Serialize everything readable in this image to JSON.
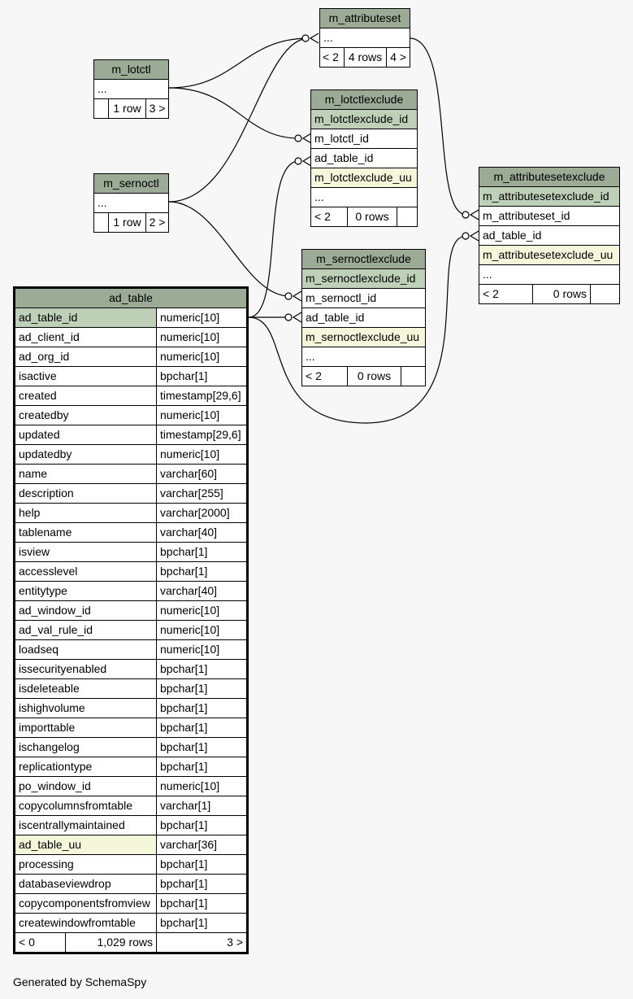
{
  "tables": {
    "m_attributeset": {
      "name": "m_attributeset",
      "rows": [
        "..."
      ],
      "footer": [
        "< 2",
        "4 rows",
        "4 >"
      ]
    },
    "m_lotctl": {
      "name": "m_lotctl",
      "rows": [
        "..."
      ],
      "footer": [
        "",
        "1 row",
        "3 >"
      ]
    },
    "m_sernoctl": {
      "name": "m_sernoctl",
      "rows": [
        "..."
      ],
      "footer": [
        "",
        "1 row",
        "2 >"
      ]
    },
    "m_lotctlexclude": {
      "name": "m_lotctlexclude",
      "rows": [
        "m_lotctlexclude_id",
        "m_lotctl_id",
        "ad_table_id",
        "m_lotctlexclude_uu",
        "..."
      ],
      "footer": [
        "< 2",
        "0 rows",
        ""
      ]
    },
    "m_sernoctlexclude": {
      "name": "m_sernoctlexclude",
      "rows": [
        "m_sernoctlexclude_id",
        "m_sernoctl_id",
        "ad_table_id",
        "m_sernoctlexclude_uu",
        "..."
      ],
      "footer": [
        "< 2",
        "0 rows",
        ""
      ]
    },
    "m_attributesetexclude": {
      "name": "m_attributesetexclude",
      "rows": [
        "m_attributesetexclude_id",
        "m_attributeset_id",
        "ad_table_id",
        "m_attributesetexclude_uu",
        "..."
      ],
      "footer": [
        "< 2",
        "0 rows",
        ""
      ]
    },
    "ad_table": {
      "name": "ad_table",
      "columns": [
        {
          "name": "ad_table_id",
          "type": "numeric[10]"
        },
        {
          "name": "ad_client_id",
          "type": "numeric[10]"
        },
        {
          "name": "ad_org_id",
          "type": "numeric[10]"
        },
        {
          "name": "isactive",
          "type": "bpchar[1]"
        },
        {
          "name": "created",
          "type": "timestamp[29,6]"
        },
        {
          "name": "createdby",
          "type": "numeric[10]"
        },
        {
          "name": "updated",
          "type": "timestamp[29,6]"
        },
        {
          "name": "updatedby",
          "type": "numeric[10]"
        },
        {
          "name": "name",
          "type": "varchar[60]"
        },
        {
          "name": "description",
          "type": "varchar[255]"
        },
        {
          "name": "help",
          "type": "varchar[2000]"
        },
        {
          "name": "tablename",
          "type": "varchar[40]"
        },
        {
          "name": "isview",
          "type": "bpchar[1]"
        },
        {
          "name": "accesslevel",
          "type": "bpchar[1]"
        },
        {
          "name": "entitytype",
          "type": "varchar[40]"
        },
        {
          "name": "ad_window_id",
          "type": "numeric[10]"
        },
        {
          "name": "ad_val_rule_id",
          "type": "numeric[10]"
        },
        {
          "name": "loadseq",
          "type": "numeric[10]"
        },
        {
          "name": "issecurityenabled",
          "type": "bpchar[1]"
        },
        {
          "name": "isdeleteable",
          "type": "bpchar[1]"
        },
        {
          "name": "ishighvolume",
          "type": "bpchar[1]"
        },
        {
          "name": "importtable",
          "type": "bpchar[1]"
        },
        {
          "name": "ischangelog",
          "type": "bpchar[1]"
        },
        {
          "name": "replicationtype",
          "type": "bpchar[1]"
        },
        {
          "name": "po_window_id",
          "type": "numeric[10]"
        },
        {
          "name": "copycolumnsfromtable",
          "type": "varchar[1]"
        },
        {
          "name": "iscentrallymaintained",
          "type": "bpchar[1]"
        },
        {
          "name": "ad_table_uu",
          "type": "varchar[36]"
        },
        {
          "name": "processing",
          "type": "bpchar[1]"
        },
        {
          "name": "databaseviewdrop",
          "type": "bpchar[1]"
        },
        {
          "name": "copycomponentsfromview",
          "type": "bpchar[1]"
        },
        {
          "name": "createwindowfromtable",
          "type": "bpchar[1]"
        }
      ],
      "footer": [
        "< 0",
        "1,029 rows",
        "3 >"
      ]
    }
  },
  "colors": {
    "header": "#9bab96",
    "primary_key": "#bed1b8",
    "unique_key": "#f4f7da",
    "background": "#f7f7f7"
  },
  "generated_by": "Generated by SchemaSpy"
}
